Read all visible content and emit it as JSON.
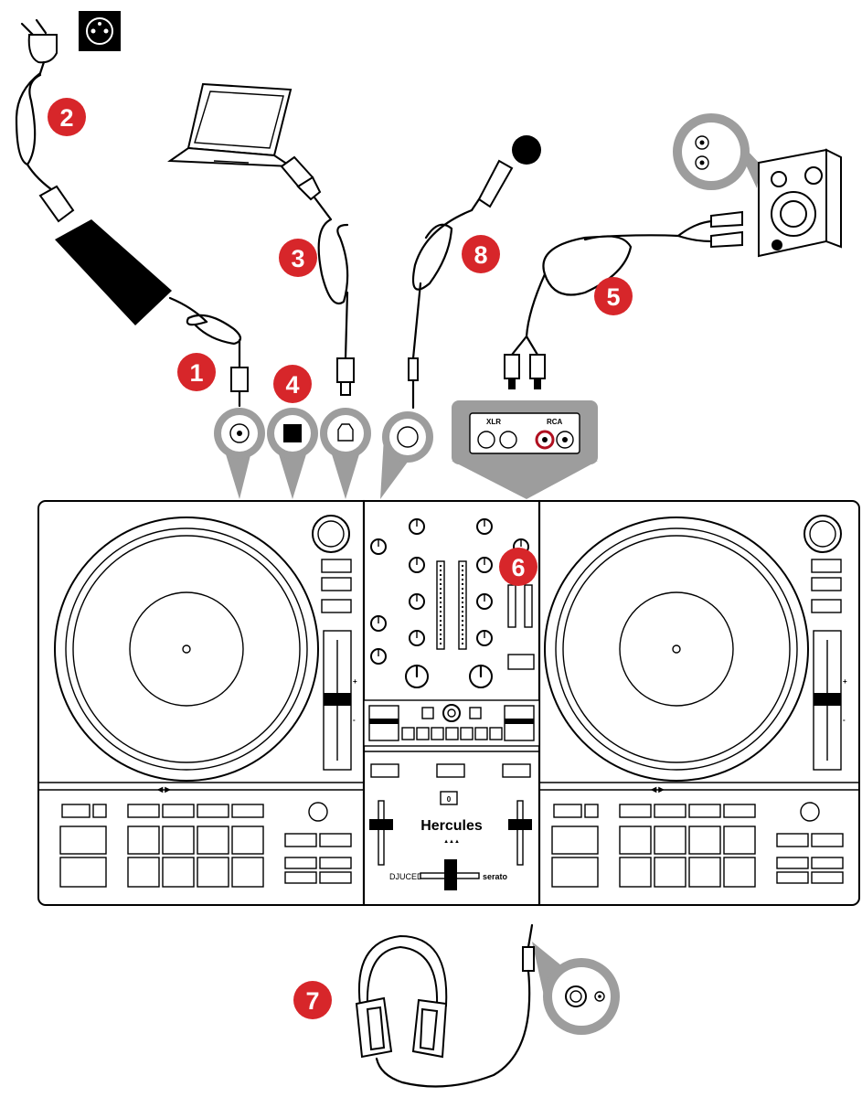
{
  "badges": [
    "1",
    "2",
    "3",
    "4",
    "5",
    "6",
    "7",
    "8"
  ],
  "colors": {
    "badge": "#d7262a",
    "callout": "#9d9d9d",
    "line": "#000000"
  },
  "rear_panel": {
    "left_label": "XLR",
    "right_label": "RCA"
  },
  "mixer": {
    "brand": "Hercules",
    "left_logo": "DJUCED",
    "right_logo": "serato",
    "display": "0"
  }
}
